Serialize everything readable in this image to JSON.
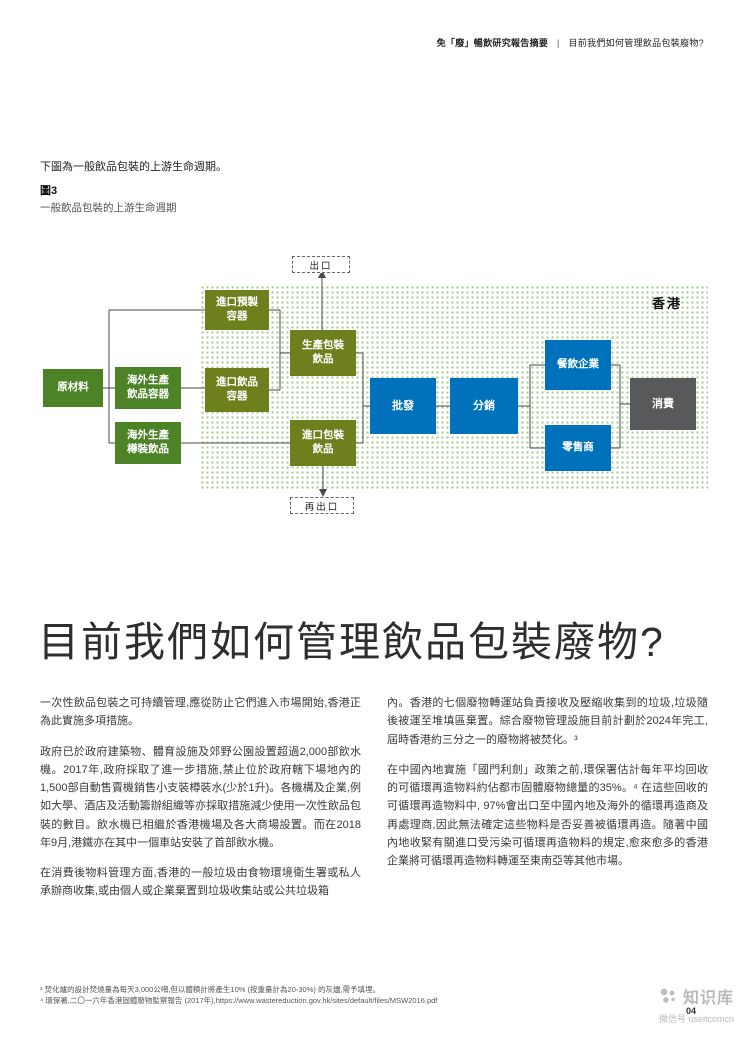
{
  "colors": {
    "green": "#4c8326",
    "olive": "#6e7f1d",
    "blue": "#0072bc",
    "gray": "#58595b",
    "dot_pattern": "#a3c98a"
  },
  "header": {
    "report_title": "免「廢」暢飲研究報告摘要",
    "separator": "|",
    "section_title": "目前我們如何管理飲品包裝廢物?"
  },
  "intro": {
    "lead_text": "下圖為一般飲品包裝的上游生命週期。"
  },
  "figure": {
    "number": "圖3",
    "title": "一般飲品包裝的上游生命週期"
  },
  "diagram": {
    "region_label": "香港",
    "export_label": "出口",
    "reexport_label": "再出口",
    "nodes": {
      "raw_materials": {
        "label": "原材料"
      },
      "overseas_containers": {
        "label": "海外生產\n飲品容器"
      },
      "overseas_bottled": {
        "label": "海外生產\n樽裝飲品"
      },
      "imported_preforms": {
        "label": "進口預製\n容器"
      },
      "produce_packaged": {
        "label": "生產包裝\n飲品"
      },
      "imported_containers": {
        "label": "進口飲品\n容器"
      },
      "imported_packaged": {
        "label": "進口包裝\n飲品"
      },
      "wholesale": {
        "label": "批發"
      },
      "distribution": {
        "label": "分銷"
      },
      "catering": {
        "label": "餐飲企業"
      },
      "retailers": {
        "label": "零售商"
      },
      "consumption": {
        "label": "消費"
      }
    }
  },
  "main": {
    "heading": "目前我們如何管理飲品包裝廢物?",
    "left_paragraphs": [
      "一次性飲品包裝之可持續管理,應從防止它們進入市場開始,香港正為此實施多項措施。",
      "政府已於政府建築物、體育設施及郊野公園設置超過2,000部飲水機。2017年,政府採取了進一步措施,禁止位於政府轄下場地內的1,500部自動售賣機銷售小支裝樽裝水(少於1升)。各機構及企業,例如大學、酒店及活動籌辦組織等亦採取措施減少使用一次性飲品包裝的數目。飲水機已相繼於香港機場及各大商場設置。而在2018年9月,港鐵亦在其中一個車站安裝了首部飲水機。",
      "在消費後物料管理方面,香港的一般垃圾由食物環境衛生署或私人承辦商收集,或由個人或企業棄置到垃圾收集站或公共垃圾箱"
    ],
    "right_paragraphs": [
      "內。香港的七個廢物轉運站負責接收及壓縮收集到的垃圾,垃圾隨後被運至堆填區棄置。綜合廢物管理設施目前計劃於2024年完工,屆時香港約三分之一的廢物將被焚化。³",
      "在中國內地實施「國門利劍」政策之前,環保署估計每年平均回收的可循環再造物料約佔都市固體廢物總量的35%。⁴ 在這些回收的可循環再造物料中, 97%會出口至中國內地及海外的循環再造商及再處理商,因此無法確定這些物料是否妥善被循環再造。隨著中國內地收緊有關進口受污染可循環再造物料的規定,愈來愈多的香港企業將可循環再造物料轉運至東南亞等其他市場。"
    ]
  },
  "footnotes": [
    "³ 焚化爐的設計焚燒量為每天3,000公噸,但以體積計將產生10% (按重量計為20-30%) 的灰燼,需予填埋。",
    "⁴ 環保署,二〇一六年香港固體廢物監察報告 (2017年),https://www.wastereduction.gov.hk/sites/default/files/MSW2016.pdf"
  ],
  "page_number": "04",
  "watermark": {
    "brand": "知识库",
    "wechat": "微信号 useitcomcn"
  }
}
